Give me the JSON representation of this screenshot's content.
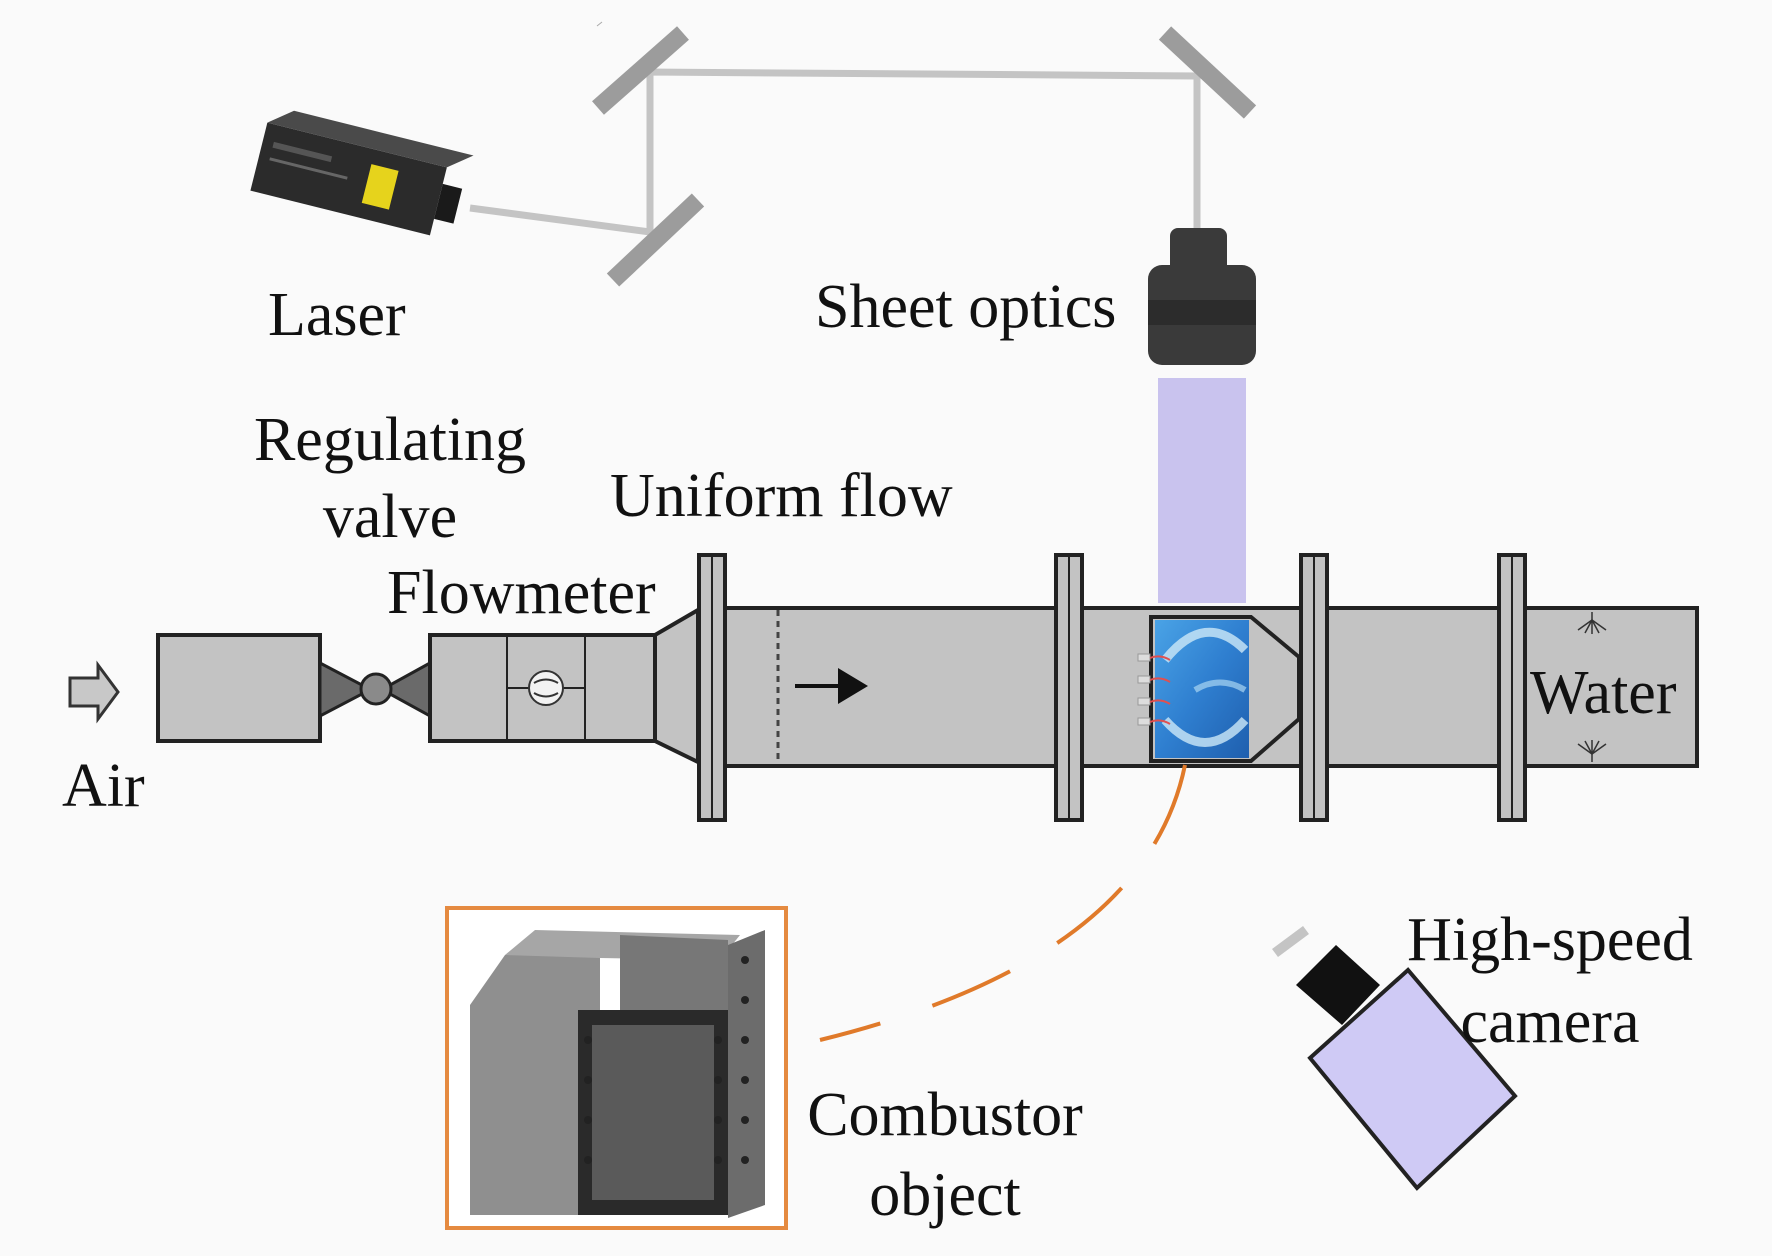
{
  "labels": {
    "laser": "Laser",
    "sheet_optics": "Sheet optics",
    "regulating_valve_line1": "Regulating",
    "regulating_valve_line2": "valve",
    "uniform_flow": "Uniform flow",
    "flowmeter": "Flowmeter",
    "air": "Air",
    "water": "Water",
    "high_speed_line1": "High-speed",
    "high_speed_line2": "camera",
    "combustor_line1": "Combustor",
    "combustor_line2": "object"
  },
  "colors": {
    "duct_fill": "#c3c3c3",
    "outline": "#222222",
    "beam": "#c4c4c4",
    "laser_sheet": "#c9c3ee",
    "camera_body": "#cfcaf5",
    "leader_line": "#e07a2a",
    "inset_border": "#e58a40",
    "flame_blue": "#2f7fd0"
  },
  "icons": {
    "laser": "laser-head-icon",
    "mirror": "mirror-icon",
    "sheet_optics": "cylindrical-lens-icon",
    "valve": "butterfly-valve-icon",
    "flowmeter": "flowmeter-gauge-icon",
    "camera": "camera-icon",
    "air_arrow": "hollow-arrow-icon",
    "flow_arrow": "arrow-right-icon",
    "water_spray": "spray-nozzle-icon"
  }
}
